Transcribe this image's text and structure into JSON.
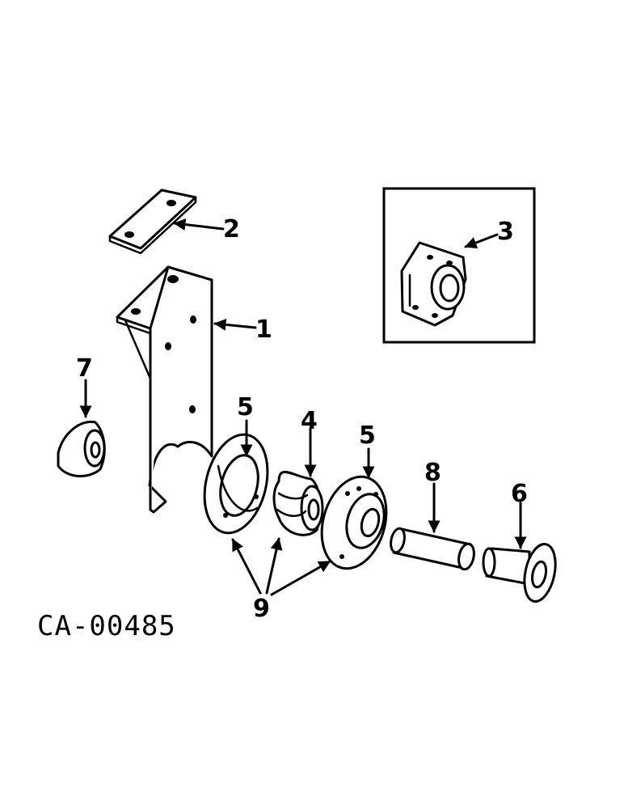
{
  "figure": {
    "code": "CA-00485",
    "callouts": {
      "bracket": "1",
      "plate": "2",
      "flange_bearing": "3",
      "bearing": "4",
      "flange_left": "5",
      "flange_right": "5",
      "flanged_sleeve": "6",
      "cap": "7",
      "tube": "8",
      "rivets": "9"
    }
  }
}
